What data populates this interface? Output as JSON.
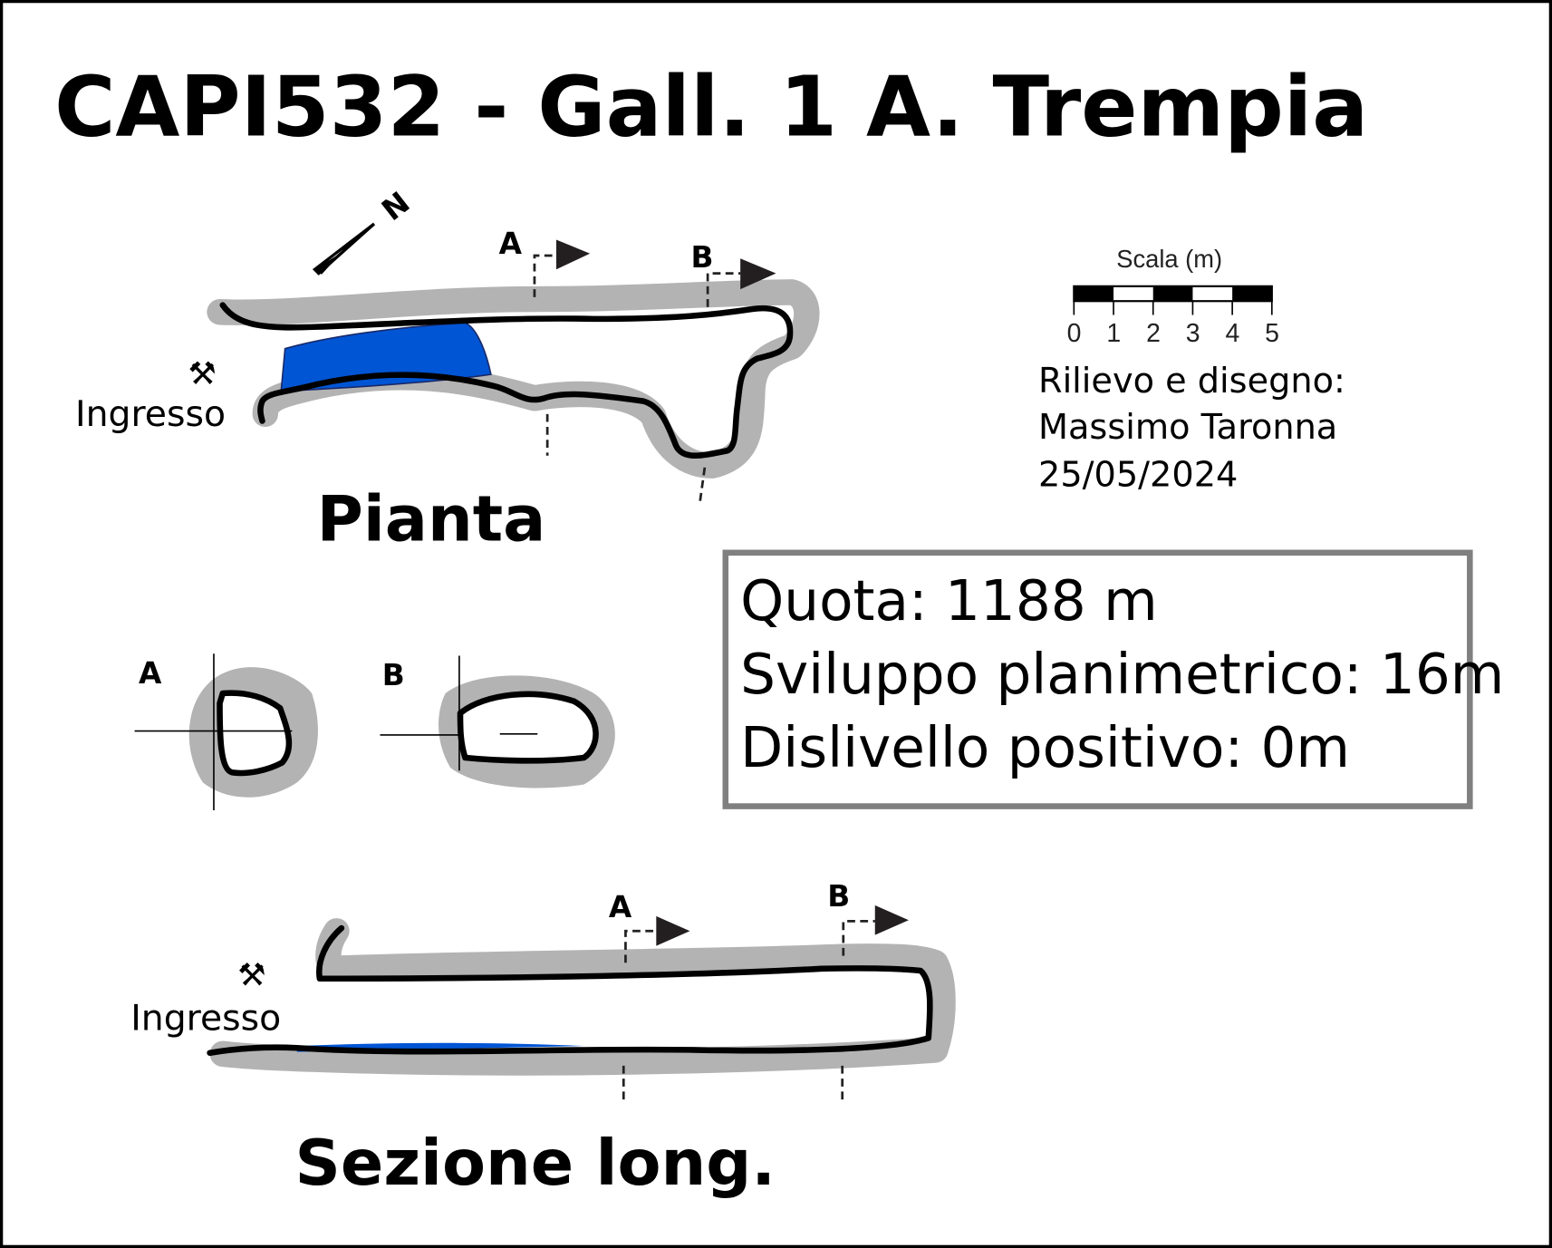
{
  "title": "CAPI532 - Gall. 1 A. Trempia",
  "plan": {
    "label": "Pianta",
    "entrance_label": "Ingresso",
    "entrance_icon": "crossed-hammers-icon",
    "north_label": "N",
    "section_markers": [
      "A",
      "B"
    ]
  },
  "cross_sections": {
    "a_label": "A",
    "b_label": "B"
  },
  "profile": {
    "label": "Sezione long.",
    "entrance_label": "Ingresso",
    "section_markers": [
      "A",
      "B"
    ]
  },
  "scale": {
    "title": "Scala (m)",
    "ticks": [
      "0",
      "1",
      "2",
      "3",
      "4",
      "5"
    ]
  },
  "credits": {
    "line1": "Rilievo e disegno:",
    "line2": "Massimo Taronna",
    "date": "25/05/2024"
  },
  "info": {
    "quota": "Quota: 1188 m",
    "sviluppo": "Sviluppo planimetrico: 16m",
    "dislivello": "Dislivello positivo: 0m"
  },
  "colors": {
    "water": "#0055d4",
    "halo": "#b3b3b3",
    "frame": "#808080"
  }
}
